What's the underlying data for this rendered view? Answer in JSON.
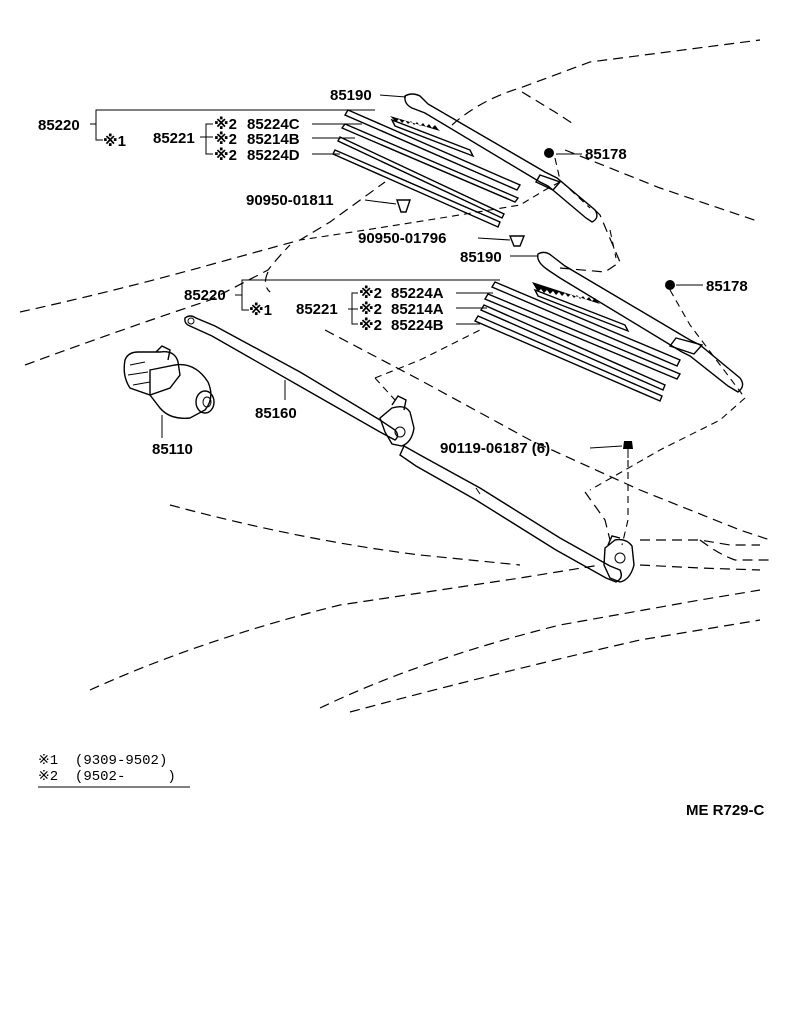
{
  "labels": {
    "p85190_top": "85190",
    "p85220_top": "85220",
    "n1_top": "※1",
    "p85221_top": "85221",
    "n2_c": "※2",
    "p85224c": "85224C",
    "n2_b_top": "※2",
    "p85214b": "85214B",
    "n2_d": "※2",
    "p85224d": "85224D",
    "p85178_top": "85178",
    "p90950_01811": "90950-01811",
    "p90950_01796": "90950-01796",
    "p85190_bottom": "85190",
    "p85178_bottom": "85178",
    "p85220_bottom": "85220",
    "n1_bottom": "※1",
    "p85221_bottom": "85221",
    "n2_a": "※2",
    "p85224a": "85224A",
    "n2_a2": "※2",
    "p85214a": "85214A",
    "n2_b": "※2",
    "p85224b": "85224B",
    "p85160": "85160",
    "p85110": "85110",
    "p90119_06187": "90119-06187 (6)"
  },
  "legend": {
    "note1": "※1  (9309-9502)",
    "note2": "※2  (9502-     )"
  },
  "code": "ME  R729-C"
}
